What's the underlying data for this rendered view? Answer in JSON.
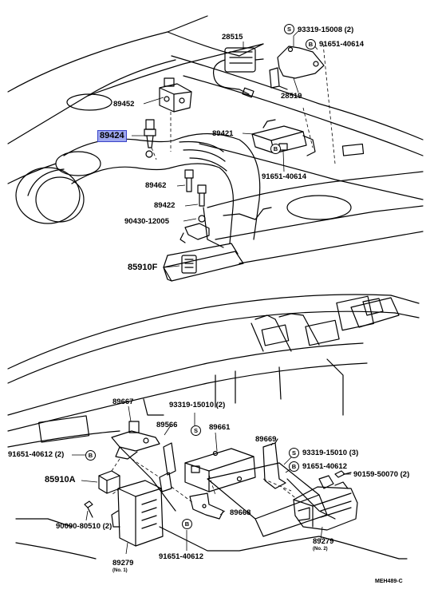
{
  "diagram": {
    "labels": {
      "p28515": "28515",
      "p93319_15008": "93319-15008 (2)",
      "p91651_40614_top": "91651-40614",
      "p28519": "28519",
      "p89452": "89452",
      "p89424": "89424",
      "p89421": "89421",
      "p91651_40614_mid": "91651-40614",
      "p89462": "89462",
      "p89422": "89422",
      "p90430_12005": "90430-12005",
      "p85910F": "85910F",
      "p89667": "89667",
      "p93319_15010_2": "93319-15010 (2)",
      "p89566": "89566",
      "p89661": "89661",
      "p89669": "89669",
      "p93319_15010_3": "93319-15010 (3)",
      "p91651_40612_left": "91651-40612 (2)",
      "p91651_40612_right": "91651-40612",
      "p90159_50070": "90159-50070 (2)",
      "p85910A": "85910A",
      "p90090_80510": "90090-80510 (2)",
      "p89668": "89668",
      "p91651_40612_bottom": "91651-40612",
      "p89279_1": "89279",
      "p89279_1_sub": "(No. 1)",
      "p89279_2": "89279",
      "p89279_2_sub": "(No. 2)",
      "figure_code": "MEH489-C"
    },
    "symbols": {
      "s": "S",
      "b": "B"
    },
    "highlight_color": "#9ea7ee"
  }
}
